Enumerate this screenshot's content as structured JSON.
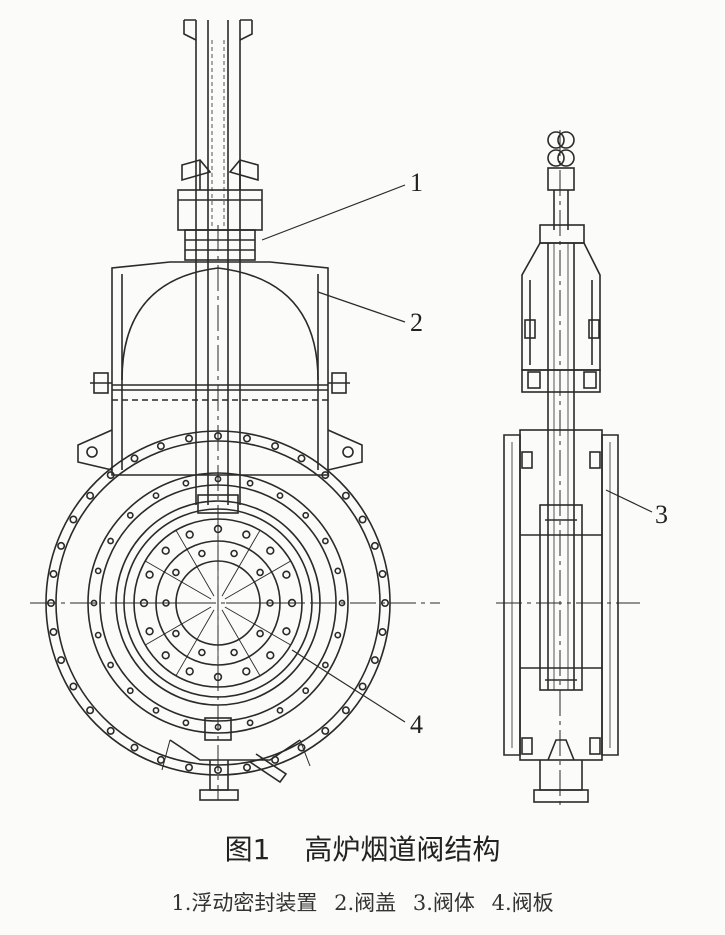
{
  "callouts": [
    "1",
    "2",
    "3",
    "4"
  ],
  "caption": {
    "label": "图1",
    "title": "高炉烟道阀结构"
  },
  "legend": [
    "1.浮动密封装置",
    "2.阀盖",
    "3.阀体",
    "4.阀板"
  ],
  "colors": {
    "line": "#2a2a2a",
    "paper": "#fbfbf9"
  }
}
